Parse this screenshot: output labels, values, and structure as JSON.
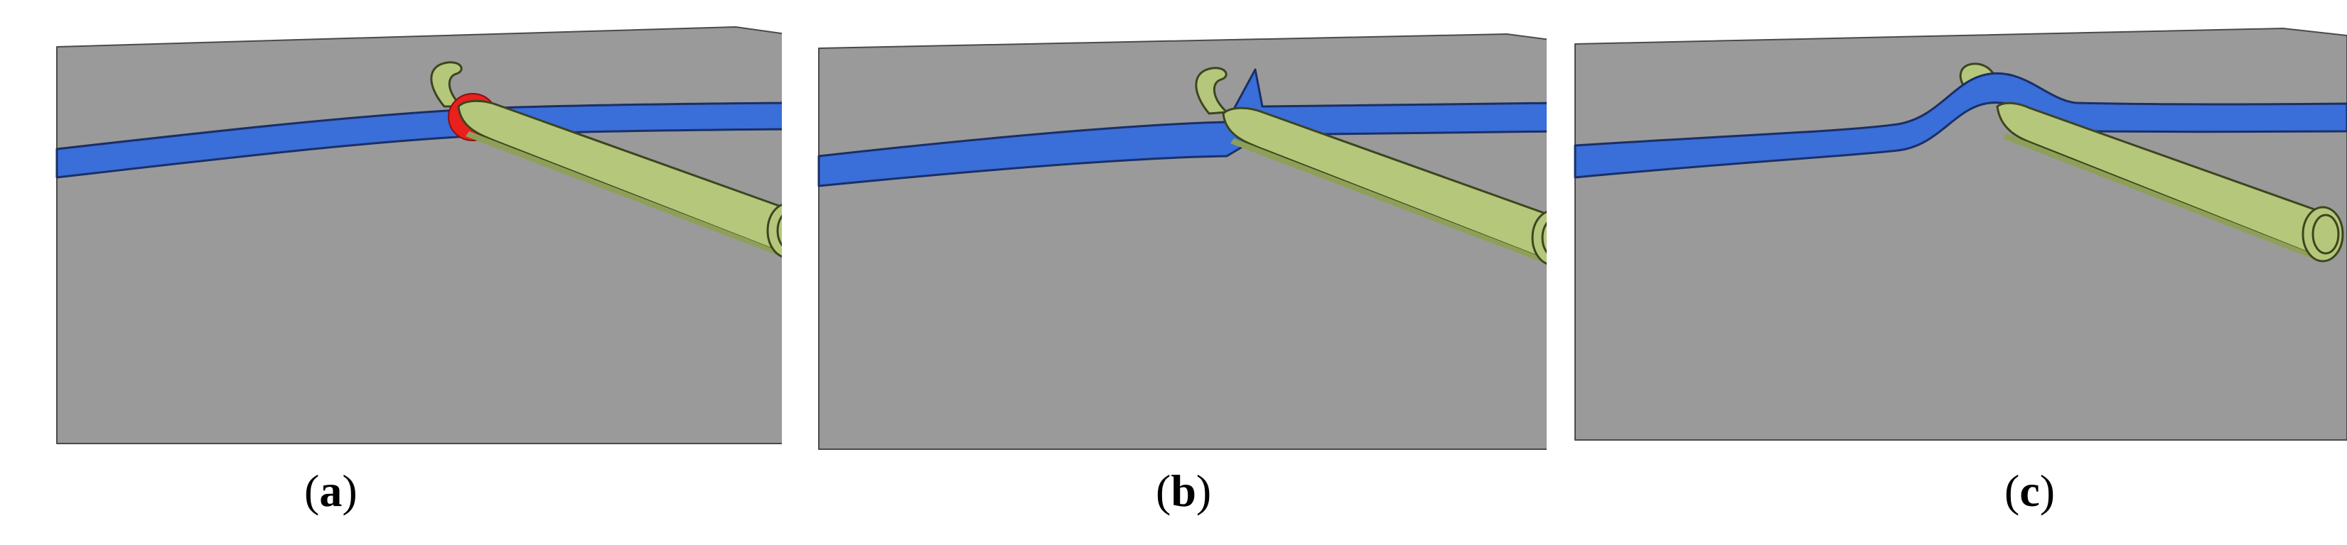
{
  "figure": {
    "panels": [
      {
        "id": "a",
        "label_open": "(",
        "label_letter": "a",
        "label_close": ")",
        "state": "intersection-highlighted"
      },
      {
        "id": "b",
        "label_open": "(",
        "label_letter": "b",
        "label_close": ")",
        "state": "sharp-deformation"
      },
      {
        "id": "c",
        "label_open": "(",
        "label_letter": "c",
        "label_close": ")",
        "state": "smooth-deformation"
      }
    ]
  },
  "colors": {
    "background_plane": "#9a9a9a",
    "plane_edge": "#4a4a4a",
    "blue_strand": "#3a6ed8",
    "blue_strand_edge": "#1a2f66",
    "green_tube": "#b5c77a",
    "green_tube_shade": "#8ea058",
    "green_tube_edge": "#3d4520",
    "intersection_highlight": "#e8201e"
  }
}
